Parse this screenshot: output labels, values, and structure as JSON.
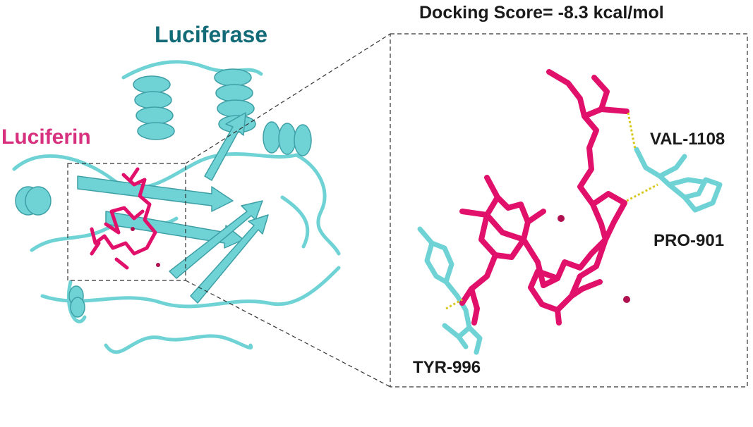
{
  "figure": {
    "score_title": "Docking Score= -8.3 kcal/mol",
    "protein": {
      "label": "Luciferase",
      "color": "#136b78"
    },
    "ligand": {
      "label": "Luciferin",
      "color": "#d6307e"
    }
  },
  "residues": [
    {
      "label": "VAL-1108"
    },
    {
      "label": "PRO-901"
    },
    {
      "label": "TYR-996"
    }
  ],
  "colors": {
    "protein_ribbon": "#6fd3d6",
    "protein_edge": "#3ea0a6",
    "ligand_stick": "#e0106b",
    "hbond": "#d8c81c",
    "box_line": "#333333"
  }
}
